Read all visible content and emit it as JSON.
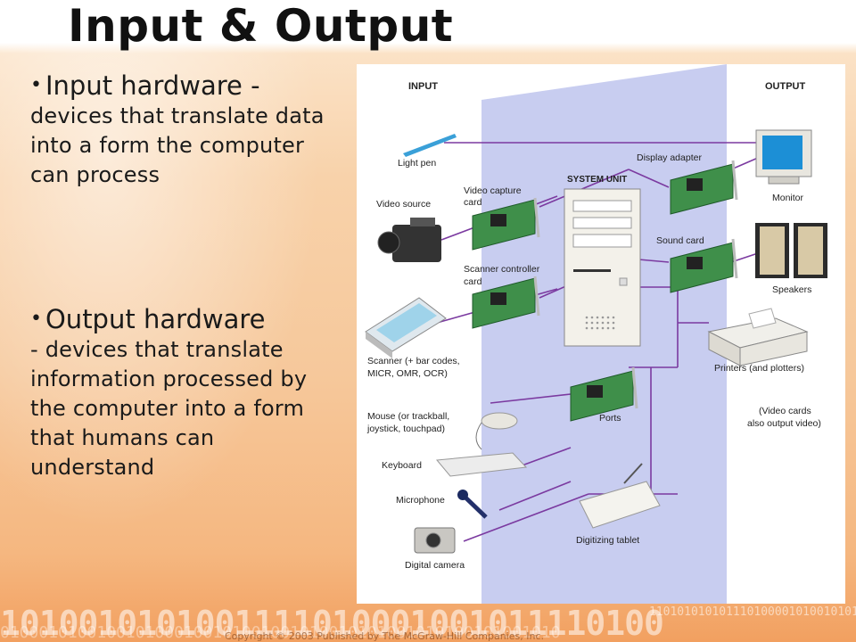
{
  "slide": {
    "title": "Input & Output",
    "bullets": [
      {
        "head": "Input hardware -",
        "body": "devices that translate data into a form the computer can process"
      },
      {
        "head": "Output hardware",
        "body": "- devices that translate information processed by the computer into a form that humans can understand"
      }
    ],
    "footer_text": "Copyright © 2003 Published by The McGraw-Hill Companies, Inc."
  },
  "diagram": {
    "header_input": "INPUT",
    "header_output": "OUTPUT",
    "system_unit": "SYSTEM UNIT",
    "labels": {
      "light_pen": "Light pen",
      "video_source": "Video source",
      "scanner": "Scanner (+ bar codes,",
      "scanner_2": "MICR, OMR, OCR)",
      "mouse": "Mouse (or trackball,",
      "mouse_2": "joystick, touchpad)",
      "keyboard": "Keyboard",
      "microphone": "Microphone",
      "digital_camera": "Digital camera",
      "video_capture": "Video capture",
      "video_capture_2": "card",
      "scanner_controller": "Scanner controller",
      "scanner_controller_2": "card",
      "display_adapter": "Display adapter",
      "sound_card": "Sound card",
      "ports": "Ports",
      "monitor": "Monitor",
      "speakers": "Speakers",
      "printers": "Printers (and plotters)",
      "video_cards_note": "(Video cards",
      "video_cards_note_2": "also output video)",
      "digitizing_tablet": "Digitizing tablet"
    }
  },
  "colors": {
    "panel": "#c8cdf0",
    "wire": "#7b3aa0",
    "card_green": "#3f8f4a",
    "background": "#f7cda0"
  }
}
